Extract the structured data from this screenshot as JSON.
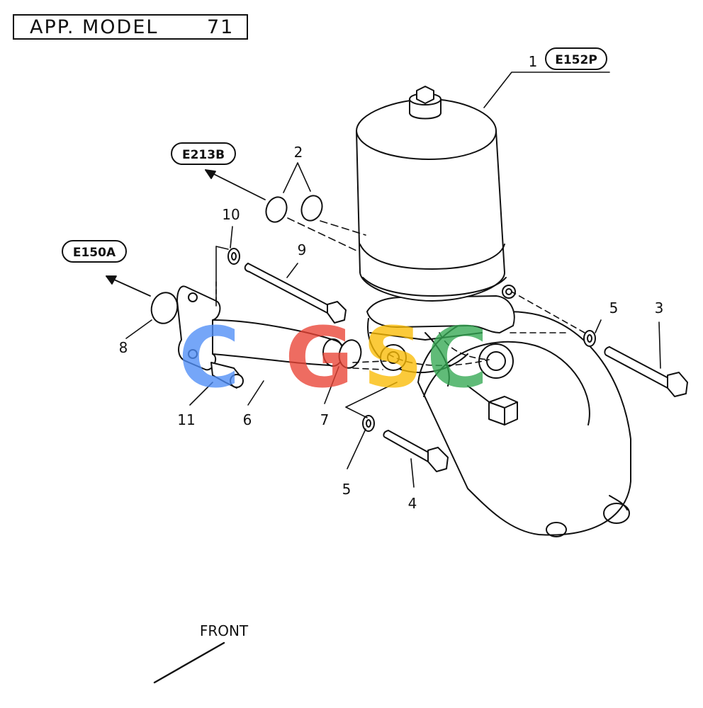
{
  "header": {
    "model_label": "APP. MODEL",
    "model_number": "71"
  },
  "references": {
    "ref_e152p": "E152P",
    "ref_e213b": "E213B",
    "ref_e150a": "E150A"
  },
  "callouts": {
    "c1": "1",
    "c2": "2",
    "c3": "3",
    "c4": "4",
    "c5a": "5",
    "c5b": "5",
    "c6": "6",
    "c7": "7",
    "c8": "8",
    "c9": "9",
    "c10": "10",
    "c11": "11"
  },
  "front_label": "FRONT",
  "watermark": {
    "letters": [
      "C",
      "G",
      "S",
      "C"
    ],
    "colors": [
      "#4f8ef7",
      "#ea4335",
      "#fbbc05",
      "#34a853"
    ]
  }
}
